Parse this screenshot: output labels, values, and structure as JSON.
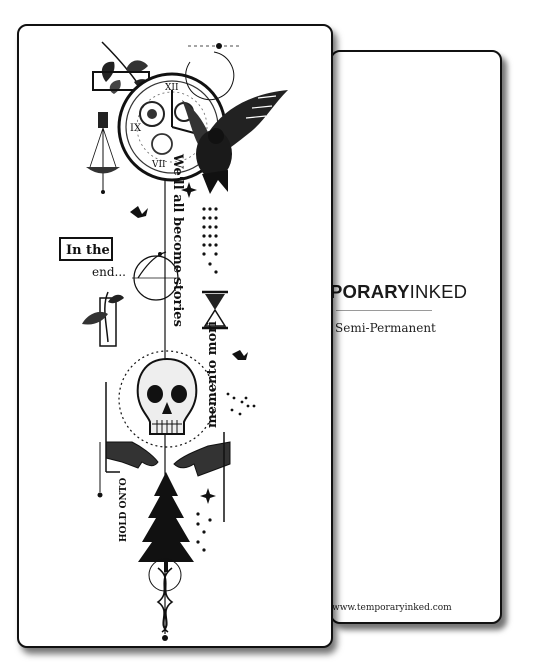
{
  "back_card": {
    "brand_bold": "PORARY",
    "brand_thin": "INKED",
    "subtitle": "Semi-Permanent",
    "website": "www.temporaryinked.com"
  },
  "front_card": {
    "quote_vertical": "We'll all become stories",
    "box_text_1": "In the",
    "box_text_2": "end...",
    "memento_text": "memento mori",
    "hold_text": "HOLD ONTO"
  },
  "icons": [
    "leaf-icon",
    "clock-icon",
    "scales-icon",
    "eagle-icon",
    "bird-icon",
    "hourglass-icon",
    "plant-icon",
    "skull-icon",
    "hand-icon",
    "tree-icon",
    "dna-icon",
    "sparkle-icon"
  ]
}
